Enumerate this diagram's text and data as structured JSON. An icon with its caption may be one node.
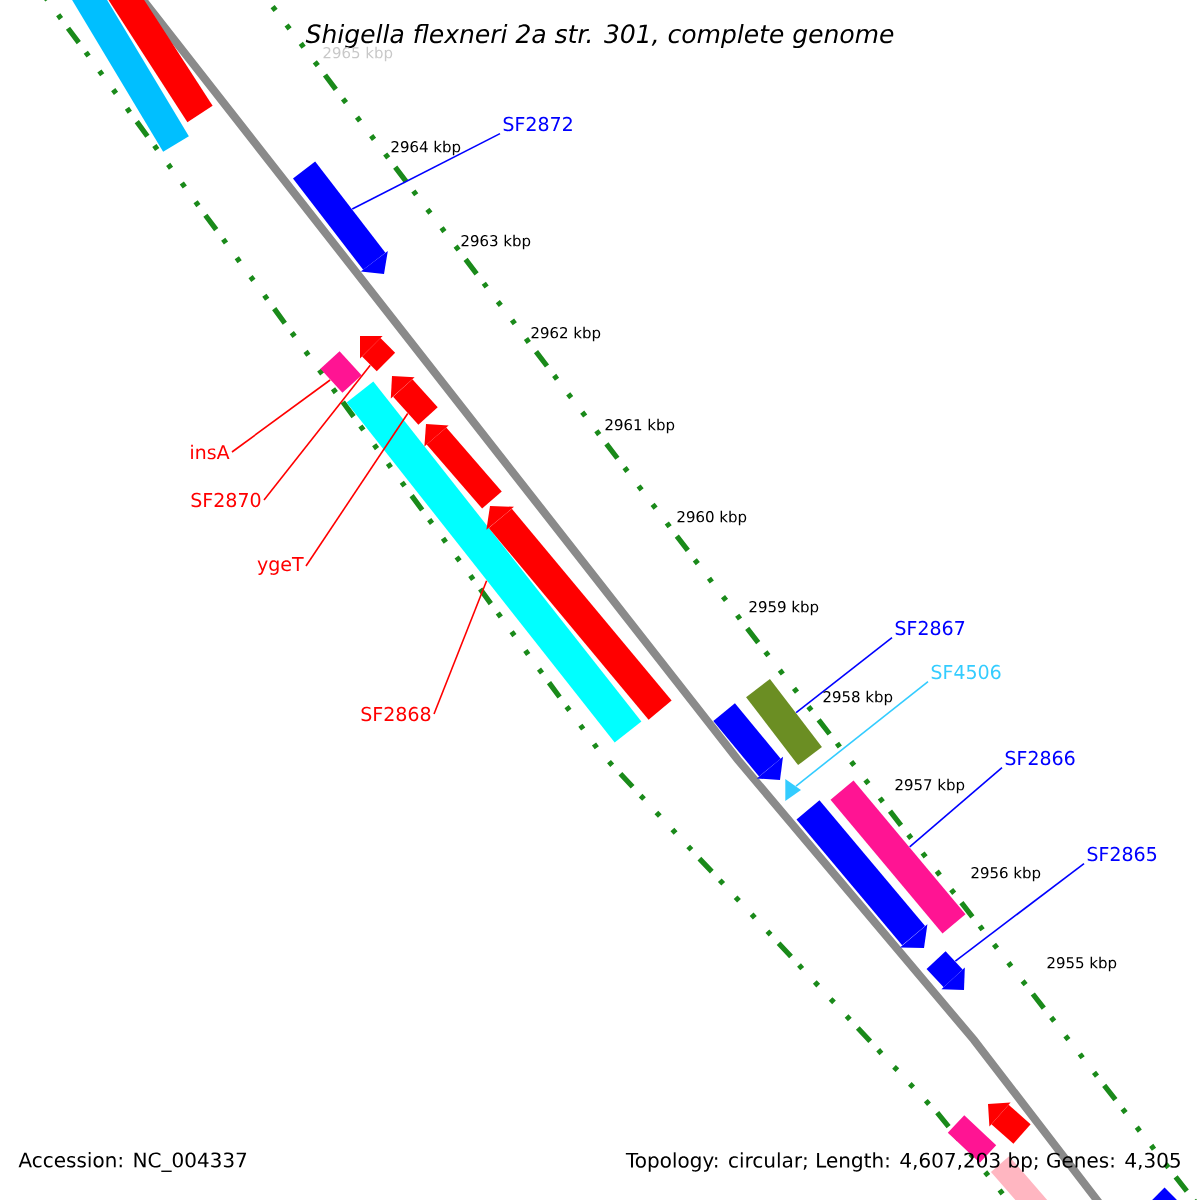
{
  "diagram": {
    "title": "*Shigella flexneri* 2a str. 301, complete genome",
    "nodes": [
      {
        "text": [
          "SF2872"
        ]
      },
      {
        "text": [],
        "shape": "bar"
      },
      {
        "text": [
          "insA"
        ]
      },
      {
        "text": [],
        "shape": "bar"
      },
      {
        "text": [
          "SF2870"
        ]
      },
      {
        "text": [],
        "shape": "bar"
      },
      {
        "text": [
          "ygeT"
        ]
      },
      {
        "text": [],
        "shape": "bar"
      },
      {
        "text": [
          "SF2868"
        ]
      },
      {
        "text": [],
        "shape": "bar"
      },
      {
        "text": [
          "SF2867"
        ]
      },
      {
        "text": [],
        "shape": "bar"
      },
      {
        "text": [
          "SF4506"
        ]
      },
      {
        "text": [],
        "shape": "triangle"
      },
      {
        "text": [
          "SF2866"
        ]
      },
      {
        "text": [],
        "shape": "bar"
      },
      {
        "text": [
          "SF2865"
        ]
      },
      {
        "text": [],
        "shape": "bar"
      },
      {
        "text": [],
        "shape": "bar"
      },
      {
        "text": [],
        "shape": "bar"
      },
      {
        "text": [],
        "shape": "bar"
      },
      {
        "text": [],
        "shape": "bar"
      },
      {
        "text": [],
        "shape": "bar"
      },
      {
        "text": [],
        "shape": "bar"
      },
      {
        "text": [],
        "shape": "bar"
      },
      {
        "text": [],
        "shape": "bar"
      },
      {
        "text": [],
        "shape": "bar"
      },
      {
        "text": [],
        "shape": "bar"
      }
    ],
    "edges": [
      {
        "from": 0,
        "to": 1,
        "arrow": "none"
      },
      {
        "from": 2,
        "to": 3,
        "arrow": "none",
        "color": "#ff0000"
      },
      {
        "from": 4,
        "to": 5,
        "arrow": "none",
        "color": "#ff0000"
      },
      {
        "from": 6,
        "to": 7,
        "arrow": "none",
        "color": "#ff0000"
      },
      {
        "from": 8,
        "to": 9,
        "arrow": "none",
        "color": "#ff0000"
      },
      {
        "from": 10,
        "to": 11,
        "arrow": "none"
      },
      {
        "from": 12,
        "to": 13,
        "arrow": "none",
        "color": "#33ccff"
      },
      {
        "from": 14,
        "to": 15,
        "arrow": "none"
      },
      {
        "from": 16,
        "to": 17,
        "arrow": "none"
      }
    ],
    "labels": [
      "2965 kbp",
      "2964 kbp",
      "2963 kbp",
      "2962 kbp",
      "2961 kbp",
      "2960 kbp",
      "2959 kbp",
      "2958 kbp",
      "2957 kbp",
      "2956 kbp",
      "2955 kbp",
      "Accession: NC_004337",
      "Topology: circular; Length: 4,607,203 bp; Genes: 4,305"
    ]
  }
}
